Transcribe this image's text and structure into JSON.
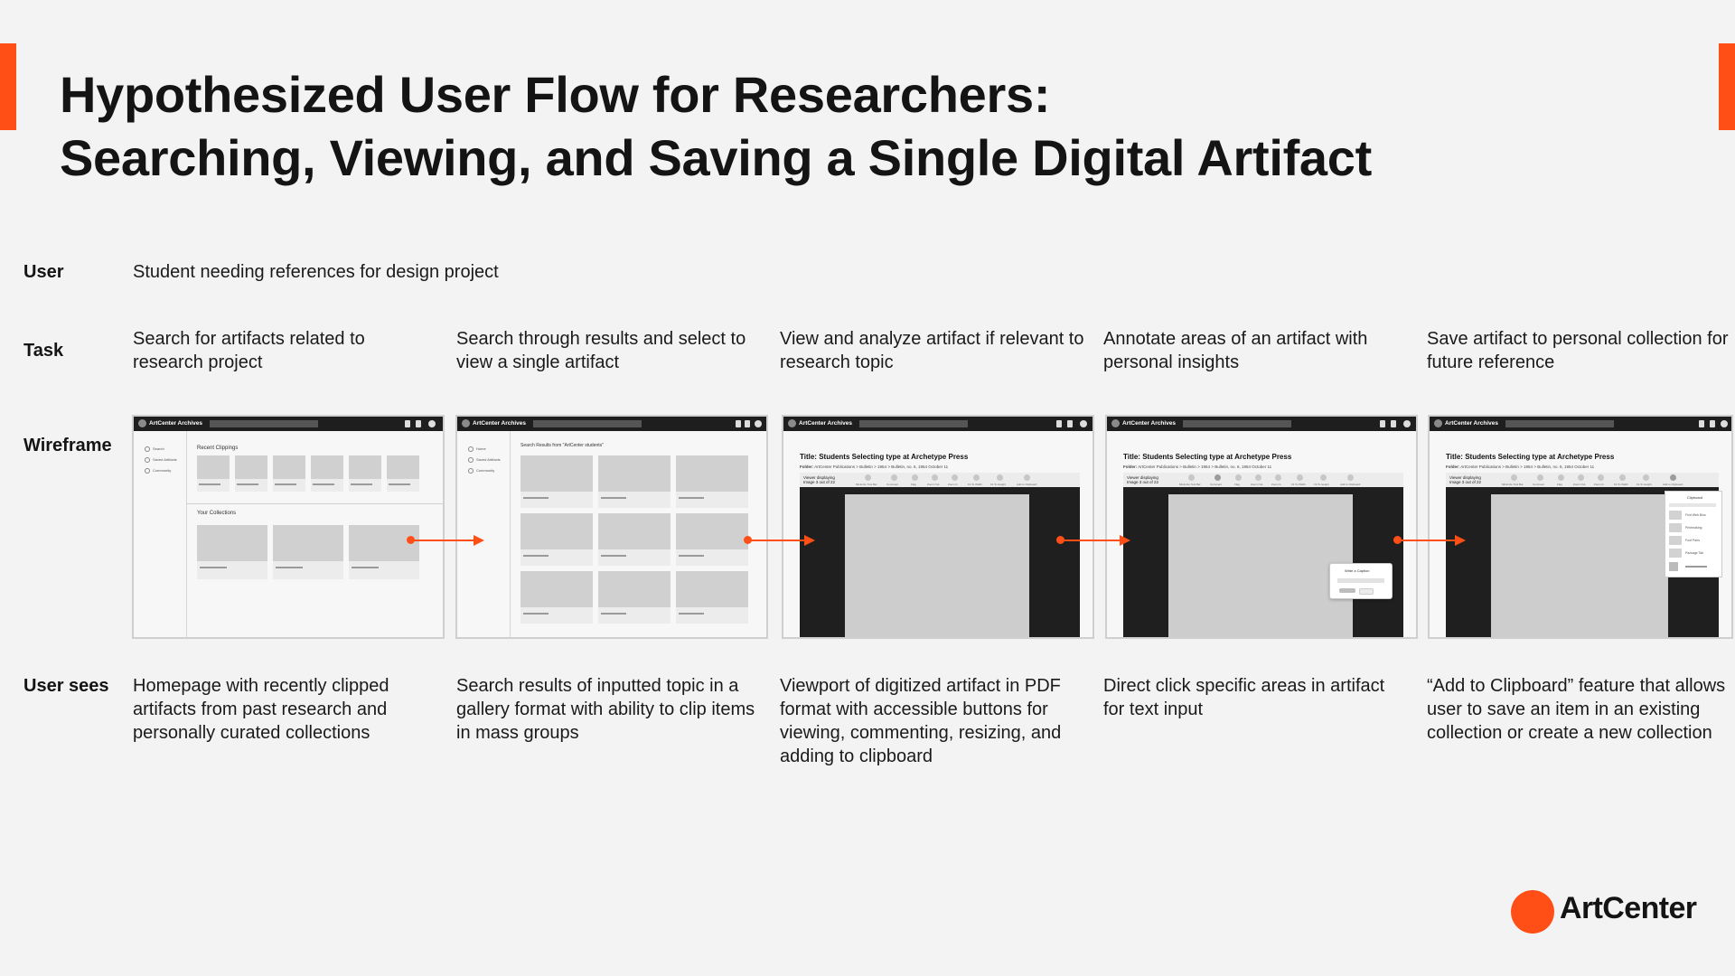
{
  "title": {
    "line1": "Hypothesized User Flow for Researchers:",
    "line2": "Searching, Viewing, and Saving a Single Digital Artifact"
  },
  "rows": {
    "user": "User",
    "task": "Task",
    "wireframe": "Wireframe",
    "user_sees": "User sees"
  },
  "user_description": "Student needing references for design project",
  "steps": [
    {
      "task": "Search for artifacts related to research project",
      "sees": "Homepage with recently clipped artifacts from past research and personally curated collections"
    },
    {
      "task": "Search through results and select to view a single artifact",
      "sees": "Search results of inputted topic in a gallery format with ability to clip items in mass groups"
    },
    {
      "task": "View and analyze artifact if relevant to research topic",
      "sees": "Viewport of digitized artifact in PDF format with accessible buttons for viewing, commenting, resizing, and adding to clipboard"
    },
    {
      "task": "Annotate areas of an artifact with personal insights",
      "sees": "Direct click specific areas in artifact for text input"
    },
    {
      "task": "Save artifact to personal collection for future reference",
      "sees": "“Add to Clipboard” feature that allows user to save an item in an existing collection or create a new collection"
    }
  ],
  "wireframe": {
    "app_name": "ArtCenter Archives",
    "home": {
      "sidebar": [
        "Search",
        "Saved Artifacts",
        "Community"
      ],
      "recent_heading": "Recent Clippings",
      "collections_heading": "Your Collections"
    },
    "results": {
      "sidebar": [
        "Home",
        "Saved Artifacts",
        "Community"
      ],
      "heading": "Search Results from \"ArtCenter students\""
    },
    "viewer": {
      "doc_title": "Title: Students Selecting type at Archetype Press",
      "folder_label": "Folder:",
      "folder_path": "ArtCenter Publications  >  Bulletin  >  1954  >  Bulletin, no. 6, 1954 October 11",
      "viewer_text": "Viewer displaying",
      "image_count": "Image 3 out of 22",
      "tools": [
        "Minimize Tool Bar",
        "Comment",
        "Flag",
        "Zoom Out",
        "Zoom In",
        "Fit To Width",
        "Fit To Height",
        "Add to Clipboard"
      ]
    },
    "annotate": {
      "popup_title": "Write a Caption"
    },
    "clipboard": {
      "panel_title": "Clipboard",
      "items": [
        "Find Web Bios",
        "Printmaking",
        "Font Pairs",
        "Package Tab"
      ]
    }
  },
  "brand": {
    "name": "ArtCenter",
    "accent": "#ff4f17"
  }
}
